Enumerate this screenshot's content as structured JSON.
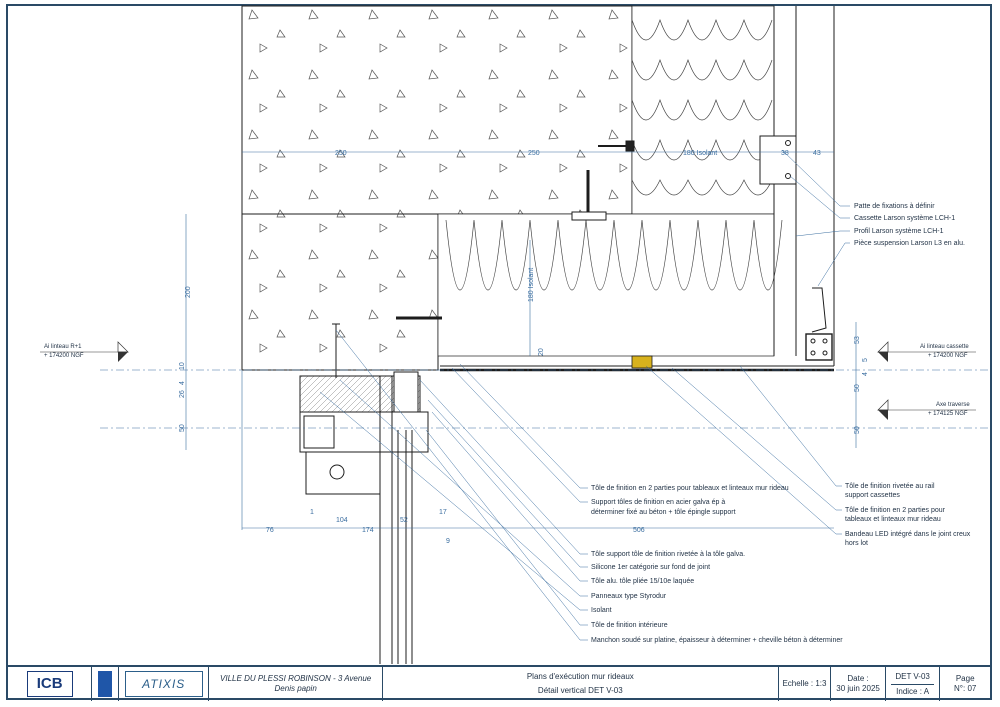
{
  "drawing": {
    "dims": {
      "d250a": "250",
      "d250b": "250",
      "d180iso": "180 Isolant",
      "d38": "38",
      "d43": "43",
      "d200": "200",
      "d180isov": "180 Isolant",
      "d20": "20",
      "d10": "10",
      "d4": "4",
      "d26": "26",
      "d50l": "50",
      "d53": "53",
      "d5": "5",
      "d4r": "4",
      "d50r1": "50",
      "d50r2": "50",
      "d76": "76",
      "d1": "1",
      "d104": "104",
      "d174": "174",
      "d52": "52",
      "d17": "17",
      "d9": "9",
      "d506": "506"
    },
    "levels": {
      "left_title": "Ai linteau R+1",
      "left_value": "+ 174200 NGF",
      "right1_title": "Ai linteau cassette",
      "right1_value": "+ 174200 NGF",
      "right2_title": "Axe traverse",
      "right2_value": "+ 174125 NGF"
    },
    "labels_right": [
      "Patte de fixations à définir",
      "Cassette Larson système LCH-1",
      "Profil Larson système LCH-1",
      "Pièce suspension Larson  L3 en alu."
    ],
    "labels_mid": [
      "Tôle de finition en 2 parties pour tableaux et linteaux mur rideau",
      "Support tôles de finition en acier galva ép à",
      "déterminer fixé au béton + tôle épingle support"
    ],
    "labels_right_low": [
      "Tôle de finition rivetée au rail",
      "support cassettes",
      "Tôle de finition en 2 parties pour",
      "tableaux et linteaux mur rideau",
      "Bandeau LED intégré dans le joint creux",
      "hors lot"
    ],
    "labels_bottom": [
      "Tôle support tôle de finition rivetée à la tôle galva.",
      "Silicone 1er catégorie sur fond de joint",
      "Tôle alu. tôle pliée 15/10e laquée",
      "Panneaux type Styrodur",
      "Isolant",
      "Tôle de finition intérieure",
      "Manchon soudé sur platine, épaisseur à déterminer + cheville béton à déterminer"
    ]
  },
  "title_block": {
    "logo1": "ICB",
    "logo3": "ATIXIS",
    "project_line1": "VILLE DU PLESSI ROBINSON - 3 Avenue",
    "project_line2": "Denis papin",
    "plan_title": "Plans d'exécution mur rideaux",
    "plan_subtitle": "Détail vertical DET V-03",
    "scale": "Echelle : 1:3",
    "date_label": "Date :",
    "date_value": "30 juin 2025",
    "ref": "DET V-03",
    "index": "Indice : A",
    "page_label": "Page",
    "page_value": "N°: 07"
  },
  "colors": {
    "frame": "#2a4a66",
    "line": "#1d1d1d",
    "dim": "#3b6ea0",
    "text": "#1f3044"
  }
}
